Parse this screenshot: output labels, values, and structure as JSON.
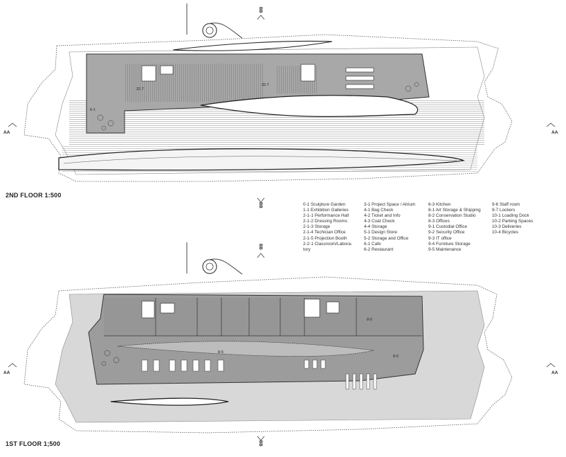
{
  "floors": {
    "second": {
      "title": "2ND FLOOR 1:500",
      "elevation_left": "32.7",
      "elevation_right": "32.7",
      "room_tag": "6-1"
    },
    "first": {
      "title": "1ST FLOOR 1;500",
      "room_tag_a": "8-5",
      "room_tag_b": "8-5",
      "room_tag_c": "8-5"
    }
  },
  "section_marks": {
    "aa": "AA",
    "bb": "BB"
  },
  "legend": {
    "col1": [
      "0-1 Sculpture Garden",
      "1-1 Exhibition Galleries",
      "2-1-1 Performance Hall",
      "2-1-2 Dressing Rooms",
      "2-1-3 Storage",
      "2-1-4 Techician Office",
      "2-1-5 Projection Booth",
      "2-2-1 Classroom/Labora-",
      "tory"
    ],
    "col2": [
      "3-1 Project Space / Atrium",
      "4-1 Bag Check",
      "4-2 Ticket and Info",
      "4-3 Coat Check",
      "4-4 Storage",
      "5-1 Design Store",
      "5-2 Storage and Office",
      "6-1 Cafe",
      "6-2 Restaurant"
    ],
    "col3": [
      "6-3 Kitchen",
      "8-1 Art Storage & Shipping",
      "8-2 Conservation Studio",
      "8-3 Offices",
      "9-1 Custodial Office",
      "9-2 Security Office",
      "9-3 IT office",
      "9-4 Furniture Storage",
      "9-5 Maintenance"
    ],
    "col4": [
      "9-6 Staff room",
      "9-7 Lockers",
      "10-1 Loading Dock",
      "10-2 Parking Spaces",
      "10-3 Deliveries",
      "10-4 Bicycles"
    ]
  },
  "colors": {
    "building_fill": "#9c9c9c",
    "gallery_fill": "#b8b8b8",
    "site_line": "#555555",
    "hatch": "#7a7a7a"
  }
}
